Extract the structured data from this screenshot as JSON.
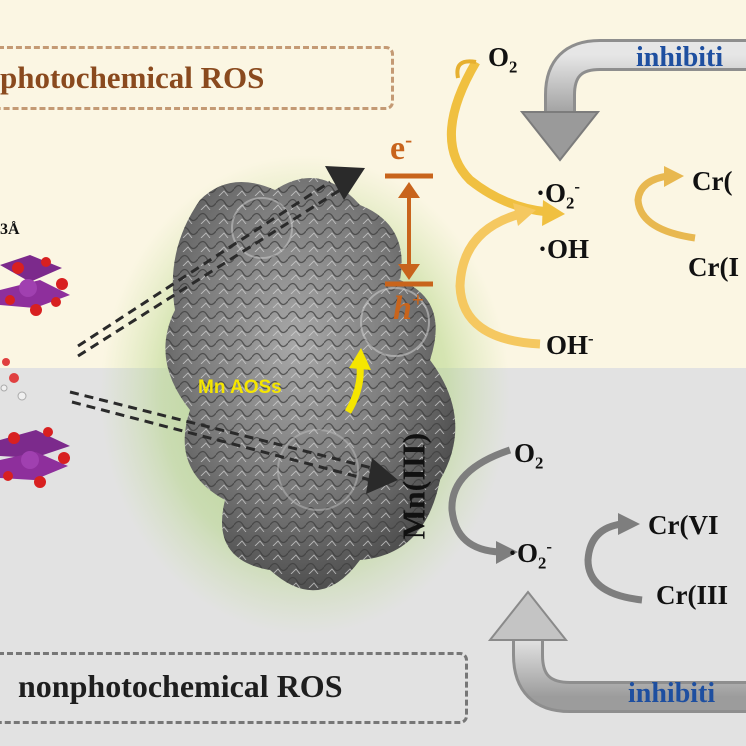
{
  "colors": {
    "top_panel": "#fbf6e3",
    "bottom_panel": "#e2e2e2",
    "ros_label_brown": "#8a4a1e",
    "band_orange": "#c8641c",
    "arrow_yellow": "#f0c040",
    "inhibition_blue": "#1e4fa0",
    "mn_aoss_yellow": "#f5e600",
    "text_dark": "#1a1a1a"
  },
  "labels": {
    "photo_ros": "photochemical  ROS",
    "nonphoto_ros": "nonphotochemical  ROS",
    "inhibition_top": "inhibiti",
    "inhibition_bottom": "inhibiti",
    "lattice_spacing": "3Å",
    "mn_aoss": "Mn AOSs",
    "mn_iii": "Mn(III)",
    "electron": "e",
    "electron_charge": "-",
    "hole": "h",
    "hole_charge": "+"
  },
  "top_species": {
    "o2": "O",
    "o2_sub": "2",
    "superoxide": "·O",
    "superoxide_sub": "2",
    "superoxide_charge": "-",
    "oh_radical": "·OH",
    "hydroxide": "OH",
    "hydroxide_charge": "-",
    "cr_upper": "Cr(",
    "cr_lower": "Cr(I"
  },
  "bottom_species": {
    "o2": "O",
    "o2_sub": "2",
    "superoxide": "·O",
    "superoxide_sub": "2",
    "superoxide_charge": "-",
    "cr_upper": "Cr(VI",
    "cr_lower": "Cr(III"
  },
  "icons": [
    "crystal-lattice-icon",
    "catalyst-particle-icon",
    "band-gap-icon"
  ]
}
